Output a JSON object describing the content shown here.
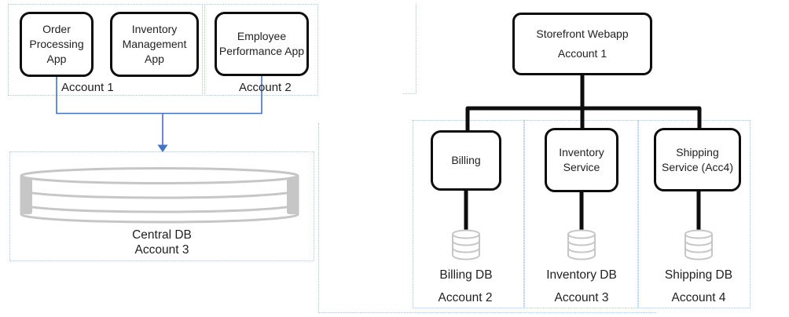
{
  "colors": {
    "box_border": "#0d0d0d",
    "connector_black": "#0d0d0d",
    "connector_blue": "#4472C4",
    "dotted_blue": "#aac8ec",
    "cylinder_gray": "#c6c6c6",
    "text": "#1f1f1f"
  },
  "icons": {
    "central_database": "database-cylinder-icon",
    "service_databases": "database-cylinder-icon"
  },
  "left_diagram": {
    "apps": [
      {
        "label": "Order Processing App"
      },
      {
        "label": "Inventory Management App"
      },
      {
        "label": "Employee Performance App"
      }
    ],
    "account_groups": [
      {
        "label": "Account 1"
      },
      {
        "label": "Account 2"
      }
    ],
    "database": {
      "name": "Central DB",
      "account": "Account 3"
    }
  },
  "right_diagram": {
    "root": {
      "name": "Storefront Webapp",
      "account": "Account 1"
    },
    "services": [
      {
        "name": "Billing",
        "db_label": "Billing DB",
        "account": "Account 2"
      },
      {
        "name": "Inventory Service",
        "db_label": "Inventory DB",
        "account": "Account 3"
      },
      {
        "name": "Shipping Service (Acc4)",
        "db_label": "Shipping DB",
        "account": "Account 4"
      }
    ]
  }
}
